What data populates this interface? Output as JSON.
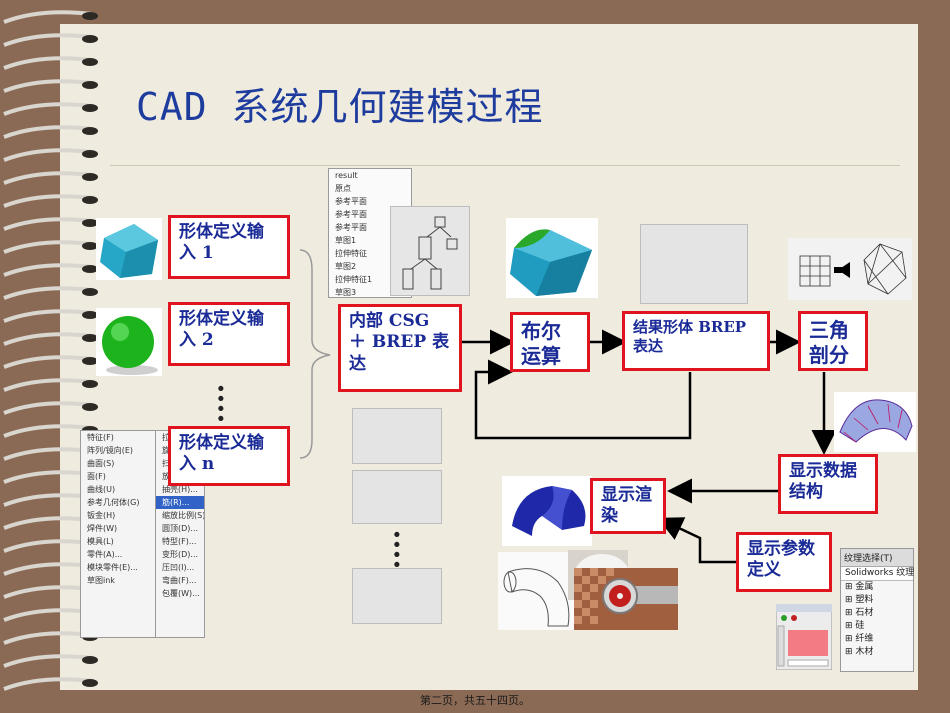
{
  "slide": {
    "title": "CAD 系统几何建模过程",
    "footer": "第二页，共五十四页。"
  },
  "boxes": {
    "input1": "形体定义输入 1",
    "input2": "形体定义输入 2",
    "inputn": "形体定义输入 n",
    "csg": "内部 CSG ＋ BREP 表达",
    "boolean": "布尔运算",
    "result": "结果形体 BREP 表达",
    "triangulate": "三角剖分",
    "display_data": "显示数据结构",
    "render": "显示渲染",
    "params": "显示参数定义"
  },
  "menu": {
    "left_items": [
      "特征(F)",
      "阵列/镜向(E)",
      "曲面(S)",
      "面(F)",
      "曲线(U)",
      "参考几何体(G)",
      "钣金(H)",
      "焊件(W)",
      "模具(L)",
      "零件(A)...",
      "模块零件(E)...",
      "草图ink"
    ],
    "right_items": [
      "拉伸(E)...",
      "旋转(R)...",
      "扫描(S)...",
      "放样(L)...",
      "抽壳(H)...",
      "筋(R)...",
      "缩放比例(S)...",
      "圆顶(D)...",
      "特型(F)...",
      "变形(D)...",
      "压凹(I)...",
      "弯曲(F)...",
      "包覆(W)..."
    ],
    "selected_right": 5
  },
  "tree_panel": {
    "items": [
      "result",
      "原点",
      "参考平面",
      "参考平面",
      "参考平面",
      "草图1",
      "拉伸特征",
      "草图2",
      "拉伸特征1",
      "草图3"
    ]
  },
  "texture_panel": {
    "header": "纹理选择(T)",
    "subheader": "Solidworks 纹理",
    "items": [
      "金属",
      "塑料",
      "石材",
      "硅",
      "纤维",
      "木材"
    ]
  },
  "colors": {
    "accent_red": "#e0141e",
    "text_blue": "#1a2a96",
    "title_blue": "#1e3c9e"
  }
}
